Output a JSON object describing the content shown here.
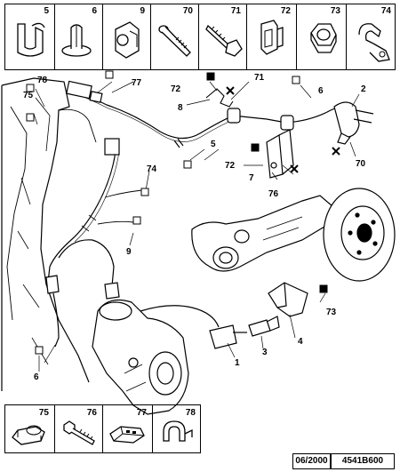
{
  "top_parts": [
    {
      "num": "5",
      "icon": "clip-icon"
    },
    {
      "num": "6",
      "icon": "push-rivet-icon"
    },
    {
      "num": "9",
      "icon": "cable-clip-icon"
    },
    {
      "num": "70",
      "icon": "bolt-icon"
    },
    {
      "num": "71",
      "icon": "screw-icon"
    },
    {
      "num": "72",
      "icon": "spring-clip-icon"
    },
    {
      "num": "73",
      "icon": "nut-icon"
    },
    {
      "num": "74",
      "icon": "hose-clip-icon"
    }
  ],
  "bottom_parts": [
    {
      "num": "75",
      "icon": "grommet-icon"
    },
    {
      "num": "76",
      "icon": "bolt-icon"
    },
    {
      "num": "77",
      "icon": "connector-icon"
    },
    {
      "num": "78",
      "icon": "pipe-clip-icon"
    }
  ],
  "callouts": {
    "c78": "78",
    "c75": "75",
    "c77": "77",
    "c72a": "72",
    "c71": "71",
    "c8": "8",
    "c6a": "6",
    "c2": "2",
    "c5": "5",
    "c72b": "72",
    "c7": "7",
    "c76": "76",
    "c70": "70",
    "c74": "74",
    "c9": "9",
    "c73": "73",
    "c4": "4",
    "c3": "3",
    "c1": "1",
    "c6b": "6"
  },
  "footer": {
    "date": "06/2000",
    "ref": "4541B600"
  }
}
